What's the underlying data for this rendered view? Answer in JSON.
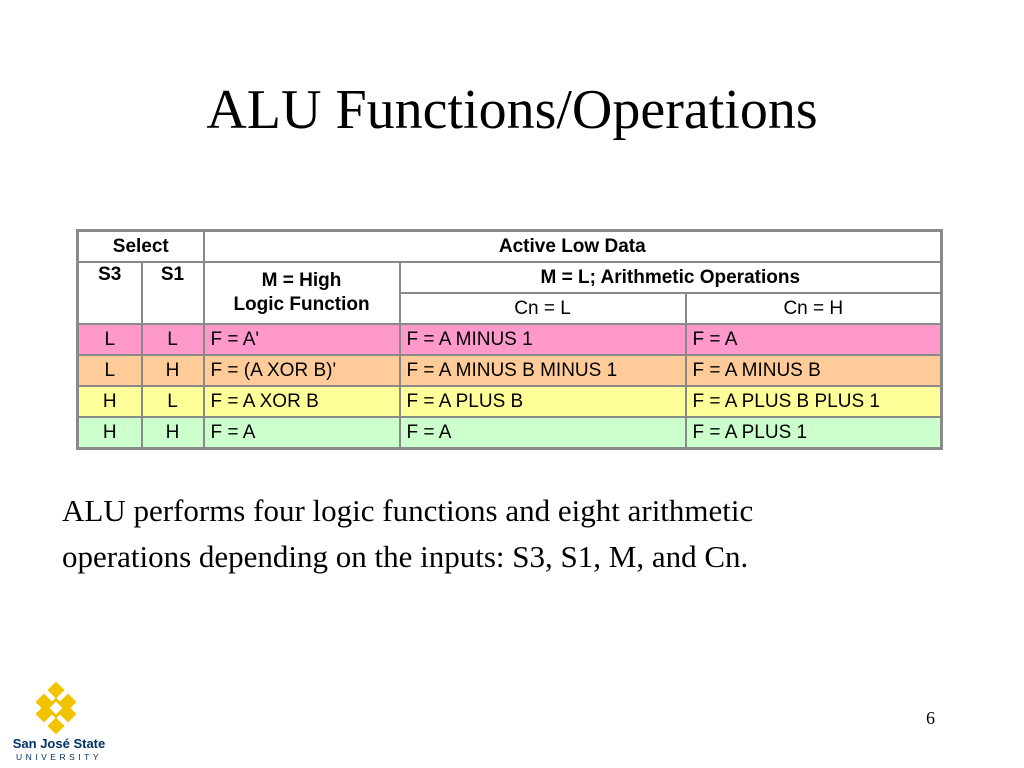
{
  "slide": {
    "title": "ALU Functions/Operations",
    "description_line1": "ALU performs four logic functions and eight arithmetic",
    "description_line2": "operations depending on the inputs: S3, S1, M, and Cn.",
    "page_number": "6"
  },
  "table": {
    "select_header": "Select",
    "data_header": "Active Low Data",
    "s3_header": "S3",
    "s1_header": "S1",
    "logic_header_line1": "M = High",
    "logic_header_line2": "Logic Function",
    "arith_header": "M = L; Arithmetic Operations",
    "cn_low_header": "Cn = L",
    "cn_high_header": "Cn = H",
    "rows": [
      {
        "s3": "L",
        "s1": "L",
        "logic": "F = A'",
        "cn_l": "F = A MINUS 1",
        "cn_h": "F = A",
        "color": "#ff99cc"
      },
      {
        "s3": "L",
        "s1": "H",
        "logic": "F = (A XOR B)'",
        "cn_l": "F = A MINUS B MINUS 1",
        "cn_h": "F = A MINUS B",
        "color": "#ffcc99"
      },
      {
        "s3": "H",
        "s1": "L",
        "logic": "F = A XOR B",
        "cn_l": "F = A PLUS B",
        "cn_h": "F = A PLUS B PLUS 1",
        "color": "#ffff99"
      },
      {
        "s3": "H",
        "s1": "H",
        "logic": "F = A",
        "cn_l": "F = A",
        "cn_h": "F = A PLUS 1",
        "color": "#ccffcc"
      }
    ]
  },
  "logo": {
    "name": "San José State",
    "sub": "UNIVERSITY",
    "icon": "sjsu-diamond-icon",
    "color": "#f2c400"
  }
}
